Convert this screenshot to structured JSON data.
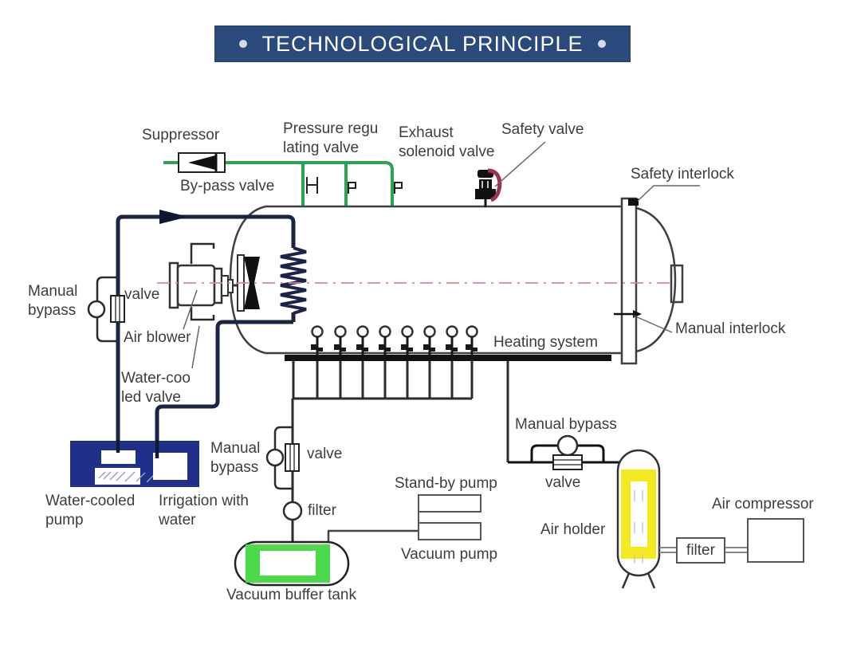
{
  "title": {
    "text": "TECHNOLOGICAL PRINCIPLE",
    "dot": ""
  },
  "colors": {
    "banner-blue": "#2b4a7c",
    "pipe-green": "#2ea153",
    "pipe-navy": "#1b2444",
    "tank-blue": "#20308a",
    "tank-green": "#4cd94c",
    "holder-yellow": "#f2e91e",
    "centerline-pink": "#d4898f",
    "lever-red": "#9c3352",
    "label-gray": "#3d3d3d"
  },
  "labels": {
    "suppressor": "Suppressor",
    "pressure_regulating_valve": "Pressure regu\nlating valve",
    "exhaust_solenoid_valve": "Exhaust\nsolenoid valve",
    "safety_valve": "Safety valve",
    "bypass_valve": "By-pass valve",
    "safety_interlock": "Safety interlock",
    "manual_bypass_left": "Manual\nbypass",
    "valve_left": "valve",
    "air_blower": "Air blower",
    "water_cooled_valve": "Water-coo\nled valve",
    "manual_interlock": "Manual interlock",
    "heating_system": "Heating system",
    "manual_bypass_mid": "Manual\nbypass",
    "valve_mid": "valve",
    "filter_mid": "filter",
    "stand_by_pump": "Stand-by pump",
    "vacuum_pump": "Vacuum pump",
    "manual_bypass_right": "Manual bypass",
    "valve_right": "valve",
    "air_holder": "Air holder",
    "air_compressor": "Air compressor",
    "filter_right": "filter",
    "water_cooled_pump": "Water-cooled\npump",
    "irrigation_with_water": "Irrigation with\nwater",
    "vacuum_buffer_tank": "Vacuum buffer tank"
  }
}
